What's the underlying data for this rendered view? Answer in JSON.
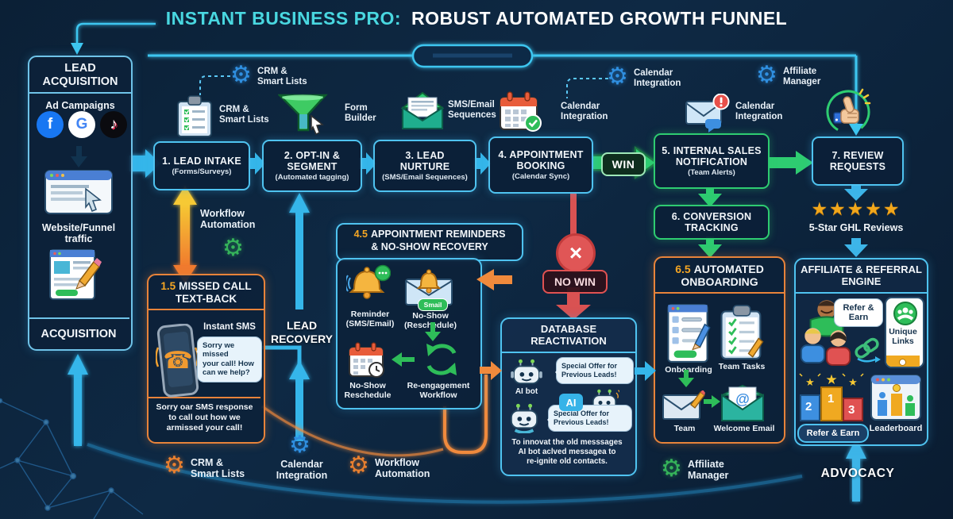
{
  "title": {
    "brand": "INSTANT BUSINESS PRO:",
    "rest": "ROBUST AUTOMATED GROWTH FUNNEL"
  },
  "colors": {
    "accent_cyan": "#49d7e0",
    "line_blue": "#3ec6f0",
    "green": "#2ecc71",
    "orange": "#f08a3c",
    "red": "#e05252",
    "gold": "#f2a71b"
  },
  "glyphs": {
    "gear": "⚙",
    "star": "★",
    "cross": "×",
    "note": "♪",
    "facebook_f": "f",
    "google_g": "G",
    "at": "@",
    "phone": "☎"
  },
  "lead_acquisition": {
    "title": "LEAD\nACQUISITION",
    "ad_campaigns": "Ad Campaigns",
    "website": "Website/Funnel\ntraffic",
    "footer": "ACQUISITION"
  },
  "top_gears": [
    {
      "label": "CRM &\nSmart Lists"
    },
    {
      "label": "Calendar\nIntegration"
    },
    {
      "label": "Affiliate\nManager"
    }
  ],
  "steps": [
    {
      "title": "1. LEAD INTAKE",
      "sub": "(Forms/Surveys)",
      "tool": "CRM &\nSmart Lists"
    },
    {
      "title": "2. OPT-IN &\nSEGMENT",
      "sub": "(Automated tagging)",
      "tool": "Form\nBuilder"
    },
    {
      "title": "3. LEAD\nNURTURE",
      "sub": "(SMS/Email Sequences)",
      "tool": "SMS/Email\nSequences"
    },
    {
      "title": "4. APPOINTMENT\nBOOKING",
      "sub": "(Calendar Sync)",
      "tool": "Calendar\nIntegration"
    },
    {
      "title": "5. INTERNAL SALES\nNOTIFICATION",
      "sub": "(Team Alerts)",
      "tool": "Calendar\nIntegration"
    },
    {
      "title": "6. CONVERSION\nTRACKING"
    },
    {
      "title": "7. REVIEW\nREQUESTS"
    }
  ],
  "badges": {
    "win": "WIN",
    "no_win": "NO WIN"
  },
  "missed_call": {
    "num": "1.5",
    "title": "MISSED CALL\nTEXT-BACK",
    "instant_sms": "Instant SMS",
    "bubble": "Sorry we missed\nyour call! How\ncan we help?",
    "footer": "Sorry oar SMS response\nto call out how we\narmissed your call!"
  },
  "reminders": {
    "num": "4.5",
    "title": "APPOINTMENT REMINDERS\n& NO-SHOW RECOVERY",
    "reminder": "Reminder\n(SMS/Email)",
    "noshow": "No-Show\n(Reschedule)",
    "badge": "Smail",
    "reschedule": "No-Show\nReschedule",
    "reengagement": "Re-engagement\nWorkflow"
  },
  "database": {
    "title": "DATABASE\nREACTIVATION",
    "ai_bot": "AI bot",
    "offer1": "Special Offer for\nPrevious Leads!",
    "ai_chip": "AI",
    "offer2": "Special Offer for\nPrevious Leads!",
    "footer": "To innovat the old messsages\nAI bot aclved messagea to\nre-ignite old contacts."
  },
  "onboarding": {
    "num": "6.5",
    "title": "AUTOMATED\nONBOARDING",
    "form_label": "Onboarding",
    "tasks_label": "Team Tasks",
    "team_label": "Team",
    "welcome_label": "Welcome Email"
  },
  "affiliate": {
    "title": "AFFILIATE &\nREFERRAL ENGINE",
    "refer_bubble": "Refer &\nEarn",
    "unique_links": "Unique\nLinks",
    "podium": [
      "2",
      "1",
      "3"
    ],
    "refer_pill": "Refer & Earn",
    "leaderboard": "Leaderboard"
  },
  "reviews": {
    "stars": "★★★★★",
    "caption": "5-Star GHL Reviews"
  },
  "flow_labels": {
    "lead_recovery": "LEAD\nRECOVERY",
    "advocacy": "ADVOCACY",
    "workflow_automation": "Workflow\nAutomation"
  },
  "bottom_gears": [
    {
      "label": "CRM &\nSmart Lists"
    },
    {
      "label": "Calendar\nIntegration"
    },
    {
      "label": "Workflow\nAutomation"
    },
    {
      "label": "Affiliate\nManager"
    }
  ]
}
